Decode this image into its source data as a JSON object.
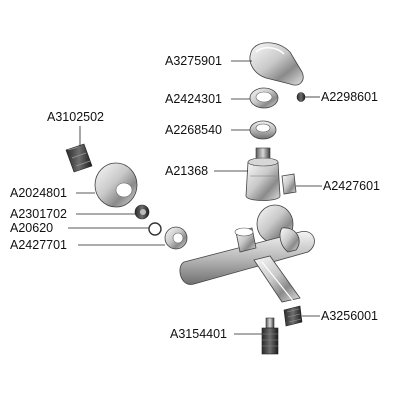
{
  "diagram": {
    "type": "exploded-parts-diagram",
    "parts": [
      {
        "id": "handle-lever",
        "code": "A3275901"
      },
      {
        "id": "cover-ring",
        "code": "A2424301"
      },
      {
        "id": "small-screw",
        "code": "A2298601"
      },
      {
        "id": "bonnet-nut",
        "code": "A2268540"
      },
      {
        "id": "mixer-cartridge",
        "code": "A21368"
      },
      {
        "id": "handle-cap",
        "code": "A2427601"
      },
      {
        "id": "spindle-valve",
        "code": "A3102502"
      },
      {
        "id": "rosette-cover",
        "code": "A2024801"
      },
      {
        "id": "diverter-nut",
        "code": "A2301702"
      },
      {
        "id": "o-ring",
        "code": "A20620"
      },
      {
        "id": "hose-nut",
        "code": "A2427701"
      },
      {
        "id": "aerator",
        "code": "A3256001"
      },
      {
        "id": "diverter-cartridge",
        "code": "A3154401"
      }
    ],
    "assembly": "mixer-body"
  }
}
